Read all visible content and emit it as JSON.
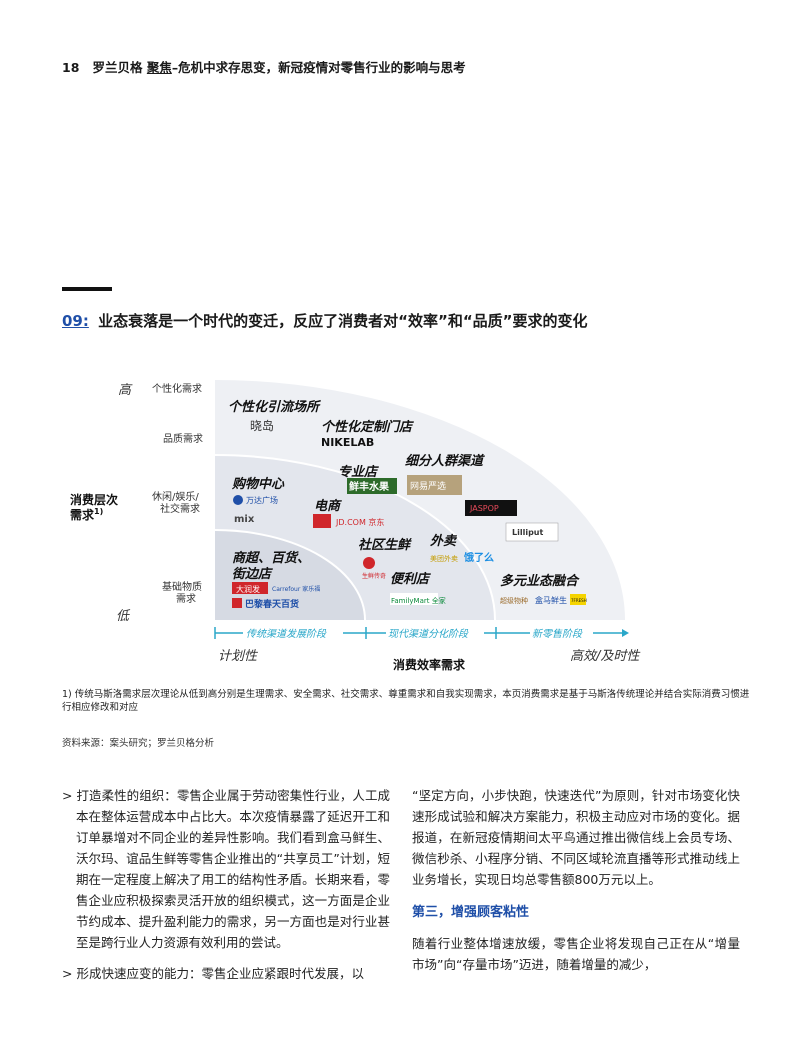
{
  "header": {
    "page_num": "18",
    "brand": "罗兰贝格",
    "section": "聚焦",
    "title": "–危机中求存思变，新冠疫情对零售行业的影响与思考"
  },
  "figure": {
    "number": "09:",
    "title": "业态衰落是一个时代的变迁，反应了消费者对“效率”和“品质”要求的变化"
  },
  "chart_data": {
    "type": "diagram",
    "y_axis": {
      "label": "消费层次需求",
      "label_sup": "1)",
      "high": "高",
      "low": "低",
      "levels": [
        "个性化需求",
        "品质需求",
        "休闲/娱乐/社交需求",
        "基础物质需求"
      ]
    },
    "x_axis": {
      "label": "消费效率需求",
      "left": "计划性",
      "right": "高效/及时性",
      "stages": [
        "传统渠道发展阶段",
        "现代渠道分化阶段",
        "新零售阶段"
      ]
    },
    "formats": [
      {
        "name": "个性化引流场所",
        "brands": [
          "晓岛"
        ]
      },
      {
        "name": "个性化定制门店",
        "brands": [
          "NIKELAB"
        ]
      },
      {
        "name": "专业店",
        "brands": [
          "鲜丰水果"
        ]
      },
      {
        "name": "细分人群渠道",
        "brands": [
          "网易严选",
          "JASPOP",
          "Lilliput"
        ]
      },
      {
        "name": "购物中心",
        "brands": [
          "万达广场",
          "mix"
        ]
      },
      {
        "name": "电商",
        "brands": [
          "JD.COM 京东"
        ]
      },
      {
        "name": "社区生鲜",
        "brands": [
          "生鲜传奇"
        ]
      },
      {
        "name": "外卖",
        "brands": [
          "美团外卖",
          "饿了么"
        ]
      },
      {
        "name": "商超、百货、街边店",
        "brands": [
          "大润发",
          "Carrefour 家乐福",
          "巴黎春天百货"
        ]
      },
      {
        "name": "便利店",
        "brands": [
          "FamilyMart 全家"
        ]
      },
      {
        "name": "多元业态融合",
        "brands": [
          "盒马鲜生",
          "超级物种",
          "7FRESH"
        ]
      }
    ]
  },
  "footnote": "1) 传统马斯洛需求层次理论从低到高分别是生理需求、安全需求、社交需求、尊重需求和自我实现需求，本页消费需求是基于马斯洛传统理论并结合实际消费习惯进行相应修改和对应",
  "source": "资料来源：案头研究；罗兰贝格分析",
  "left_col": [
    "> 打造柔性的组织：零售企业属于劳动密集性行业，人工成本在整体运营成本中占比大。本次疫情暴露了延迟开工和订单暴增对不同企业的差异性影响。我们看到盒马鲜生、沃尔玛、谊品生鲜等零售企业推出的“共享员工”计划，短期在一定程度上解决了用工的结构性矛盾。长期来看，零售企业应积极探索灵活开放的组织模式，这一方面是企业节约成本、提升盈利能力的需求，另一方面也是对行业甚至是跨行业人力资源有效利用的尝试。",
    "> 形成快速应变的能力：零售企业应紧跟时代发展，以"
  ],
  "right_col": {
    "para1": "“坚定方向，小步快跑，快速迭代”为原则，针对市场变化快速形成试验和解决方案能力，积极主动应对市场的变化。据报道，在新冠疫情期间太平鸟通过推出微信线上会员专场、微信秒杀、小程序分销、不同区域轮流直播等形式推动线上业务增长，实现日均总零售额800万元以上。",
    "subhead": "第三，增强顾客粘性",
    "para2": "随着行业整体增速放缓，零售企业将发现自己正在从“增量市场”向“存量市场”迈进，随着增量的减少，"
  },
  "colors": {
    "accent": "#1f4fa8",
    "arc_light": "#eef0f4",
    "arc_mid": "#e2e5ec",
    "arc_dark": "#d2d7e1",
    "axis": "#2aa7c9"
  }
}
